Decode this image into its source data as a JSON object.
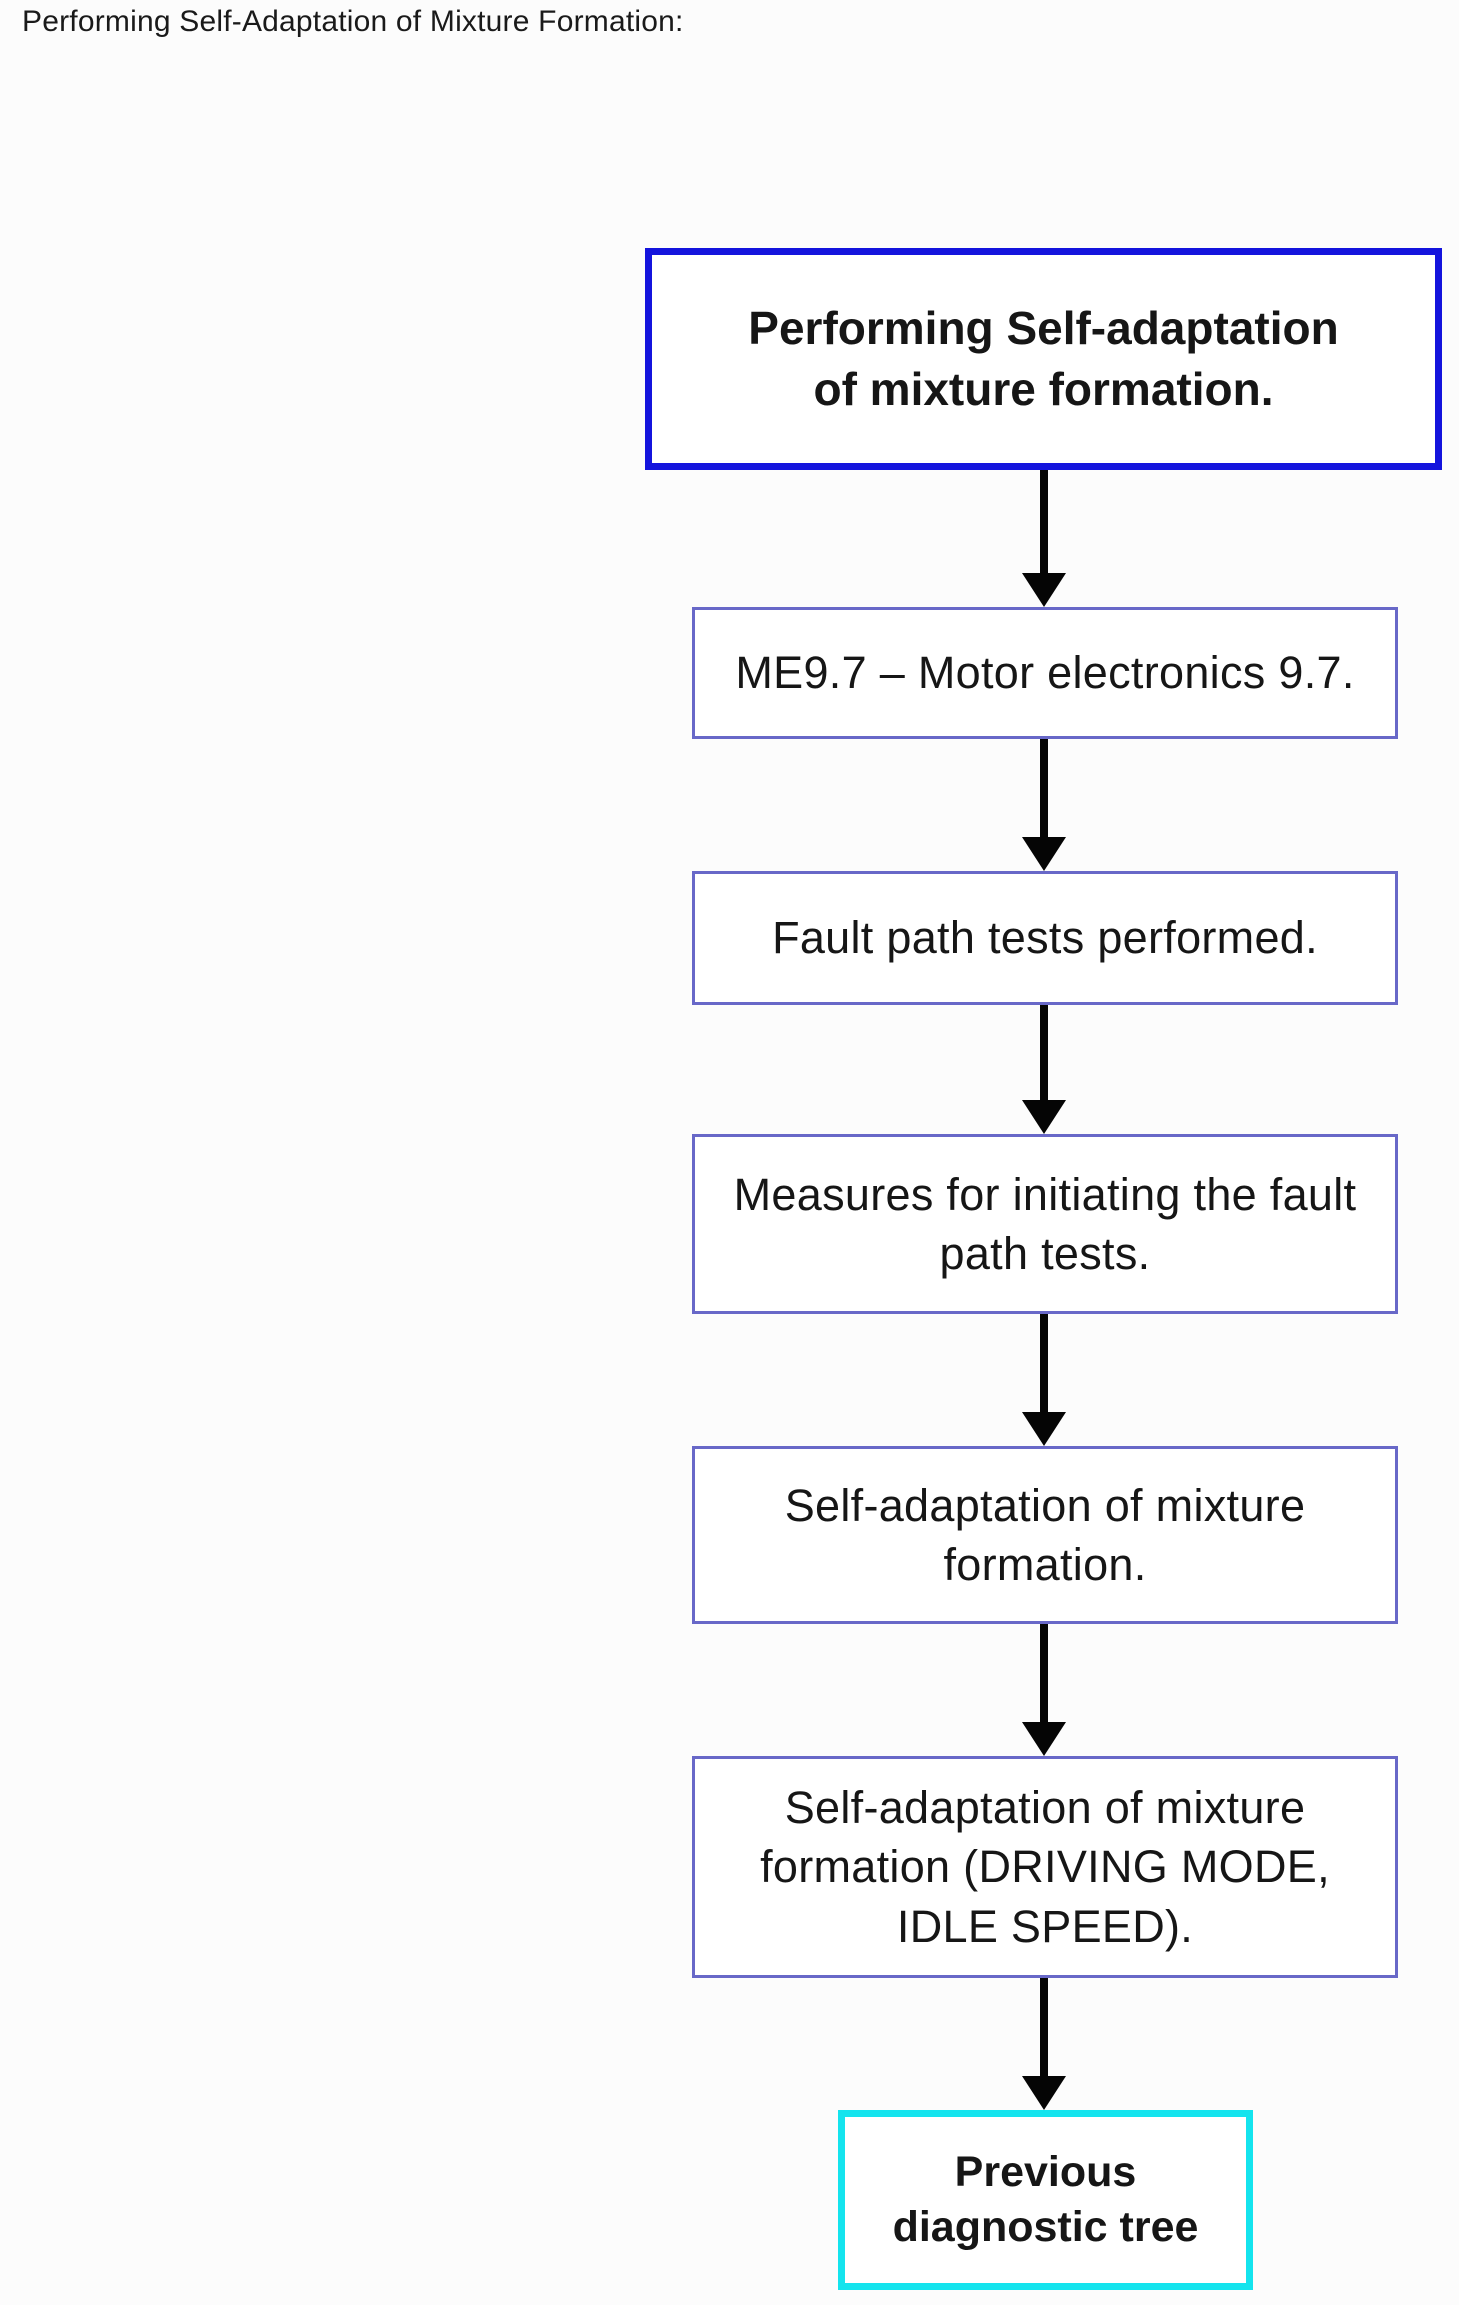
{
  "page": {
    "title": "Performing Self-Adaptation of Mixture Formation:"
  },
  "colors": {
    "main_box_border": "#1414dd",
    "step_box_border": "#6868c8",
    "end_box_border": "#14e4ee",
    "arrow": "#050505",
    "text": "#161616",
    "background": "#fcfcfc"
  },
  "flowchart": {
    "nodes": [
      {
        "id": "start",
        "style": "main",
        "label": "Performing Self-adaptation\nof mixture formation."
      },
      {
        "id": "motor-electronics",
        "style": "step",
        "label": "ME9.7 – Motor electronics 9.7."
      },
      {
        "id": "fault-path-tests",
        "style": "step",
        "label": "Fault path tests performed."
      },
      {
        "id": "measures",
        "style": "step",
        "label": "Measures for initiating the fault\npath tests."
      },
      {
        "id": "self-adaptation",
        "style": "step",
        "label": "Self-adaptation of mixture\nformation."
      },
      {
        "id": "self-adaptation-modes",
        "style": "step",
        "label": "Self-adaptation of mixture\nformation (DRIVING MODE,\nIDLE SPEED)."
      },
      {
        "id": "previous-diagnostic-tree",
        "style": "end",
        "label": "Previous\ndiagnostic tree"
      }
    ],
    "connectors": [
      {
        "from": "start",
        "to": "motor-electronics",
        "icon": "arrow-down"
      },
      {
        "from": "motor-electronics",
        "to": "fault-path-tests",
        "icon": "arrow-down"
      },
      {
        "from": "fault-path-tests",
        "to": "measures",
        "icon": "arrow-down"
      },
      {
        "from": "measures",
        "to": "self-adaptation",
        "icon": "arrow-down"
      },
      {
        "from": "self-adaptation",
        "to": "self-adaptation-modes",
        "icon": "arrow-down"
      },
      {
        "from": "self-adaptation-modes",
        "to": "previous-diagnostic-tree",
        "icon": "arrow-down"
      }
    ]
  }
}
